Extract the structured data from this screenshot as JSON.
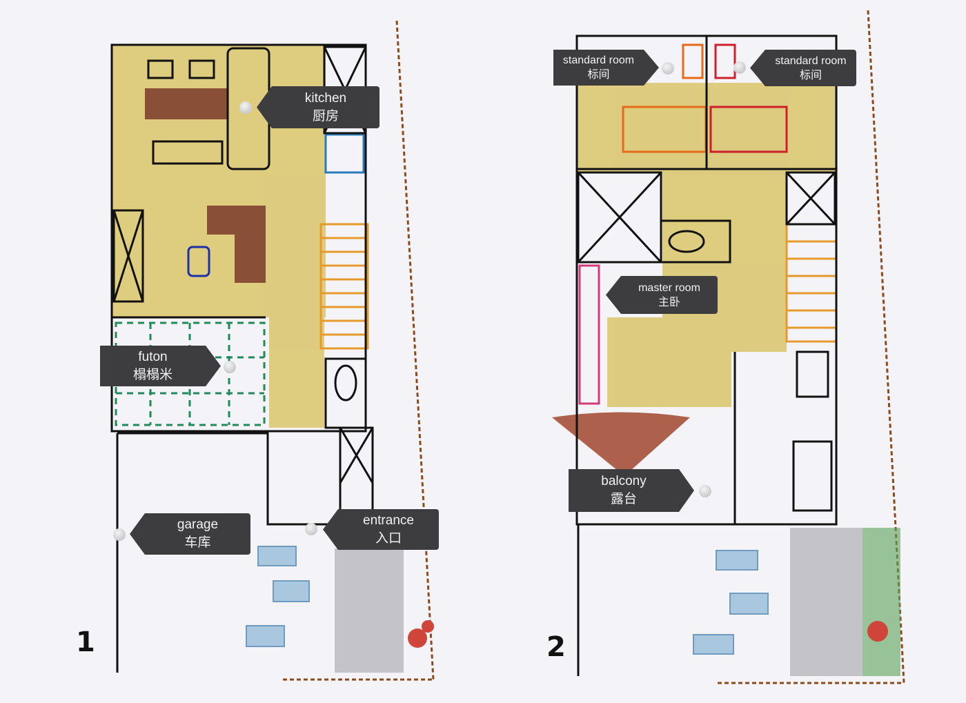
{
  "plans": [
    {
      "number": "1",
      "labels": {
        "kitchen": {
          "en": "kitchen",
          "zh": "厨房"
        },
        "futon": {
          "en": "futon",
          "zh": "榻榻米"
        },
        "garage": {
          "en": "garage",
          "zh": "车库"
        },
        "entrance": {
          "en": "entrance",
          "zh": "入口"
        }
      }
    },
    {
      "number": "2",
      "labels": {
        "standard_room_left": {
          "en": "standard room",
          "zh": "标间"
        },
        "standard_room_right": {
          "en": "standard room",
          "zh": "标间"
        },
        "master_room": {
          "en": "master room",
          "zh": "主卧"
        },
        "balcony": {
          "en": "balcony",
          "zh": "露台"
        }
      }
    }
  ],
  "colors": {
    "floor": "#d9c56a",
    "wood": "#7b3a2a",
    "wall": "#111111",
    "fence": "#8a4a1c",
    "stairs": "#e69a2a",
    "futon_grid": "#1f8a5a",
    "paving": "#a9c8e0",
    "driveway": "#b8b8bc",
    "label_bg": "#3d3d3f"
  }
}
